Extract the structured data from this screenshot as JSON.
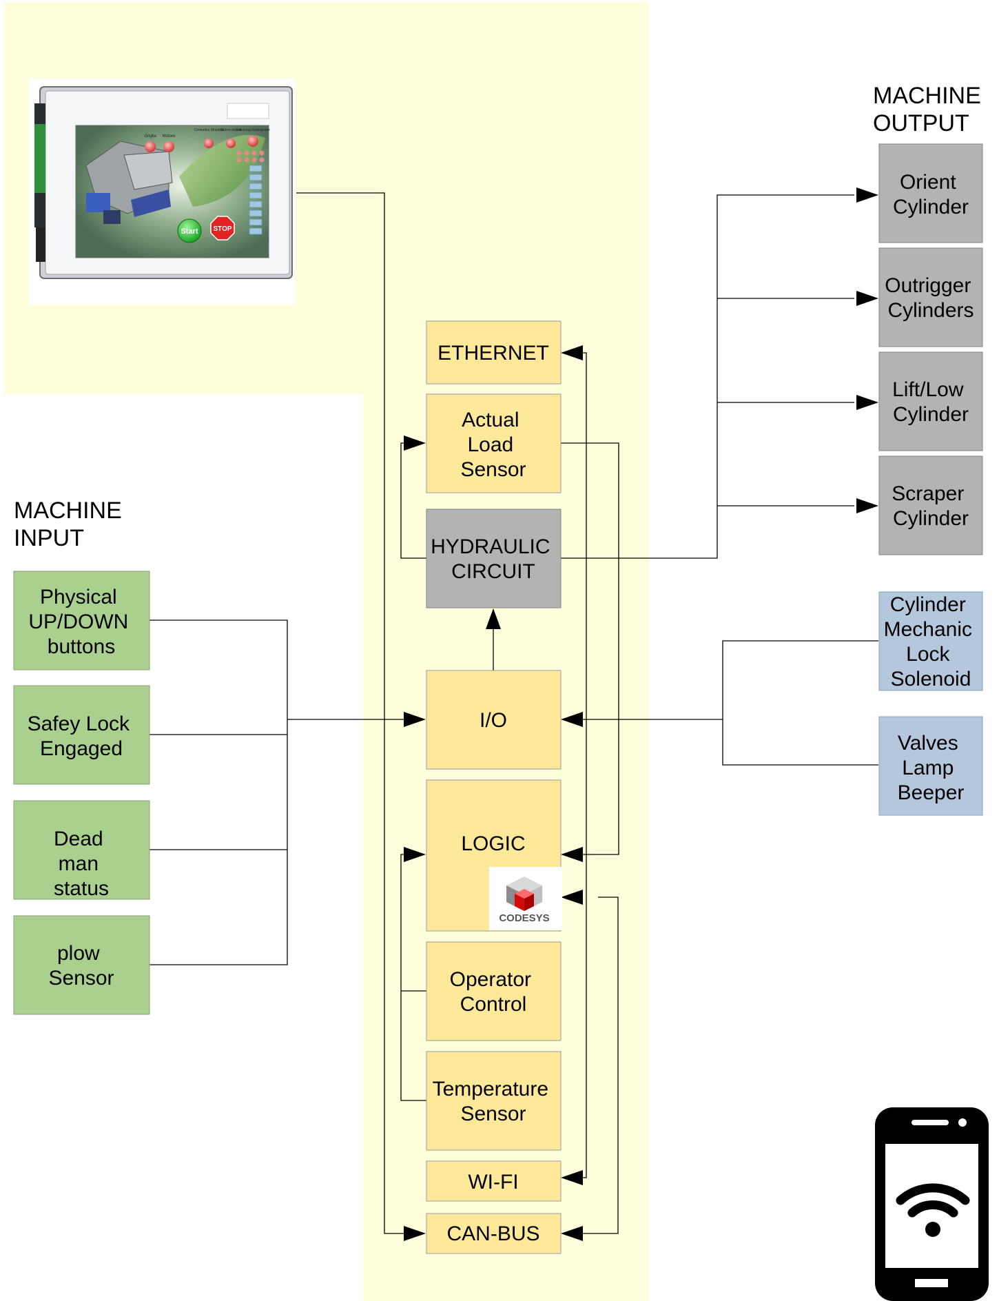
{
  "headers": {
    "input": [
      "MACHINE",
      "INPUT"
    ],
    "output": [
      "MACHINE",
      "OUTPUT"
    ]
  },
  "center_blocks": {
    "ethernet": [
      "ETHERNET"
    ],
    "load_sensor": [
      "Actual",
      "Load",
      "Sensor"
    ],
    "hydraulic": [
      "HYDRAULIC",
      "CIRCUIT"
    ],
    "io": [
      "I/O"
    ],
    "logic": [
      "LOGIC"
    ],
    "operator": [
      "Operator",
      "Control"
    ],
    "temperature": [
      "Temperature",
      "Sensor"
    ],
    "wifi": [
      "WI-FI"
    ],
    "canbus": [
      "CAN-BUS"
    ]
  },
  "inputs": [
    [
      "Physical",
      "UP/DOWN",
      "buttons"
    ],
    [
      "Safey Lock",
      "Engaged"
    ],
    [
      "Dead",
      "man",
      "status"
    ],
    [
      "plow",
      "Sensor"
    ]
  ],
  "outputs": [
    [
      "Orient",
      "Cylinder"
    ],
    [
      "Outrigger",
      "Cylinders"
    ],
    [
      "Lift/Low",
      "Cylinder"
    ],
    [
      "Scraper",
      "Cylinder"
    ]
  ],
  "aux_outputs": [
    [
      "Cylinder",
      "Mechanic",
      "Lock",
      "Solenoid"
    ],
    [
      "Valves",
      "Lamp",
      "Beeper"
    ]
  ],
  "codesys_logo_text": "CODESYS",
  "hmi": {
    "labels": [
      "Griglia",
      "Motore",
      "Centralina Idraulica",
      "Motore Avanti",
      "Consenso Emergenze"
    ],
    "start": "Start",
    "stop": "STOP"
  },
  "colors": {
    "yellow_bg": "#fefedd",
    "yellow_block": "#fee899",
    "gray_block": "#b3b3b3",
    "green_block": "#a9d08e",
    "blue_block": "#b4c7dc"
  }
}
